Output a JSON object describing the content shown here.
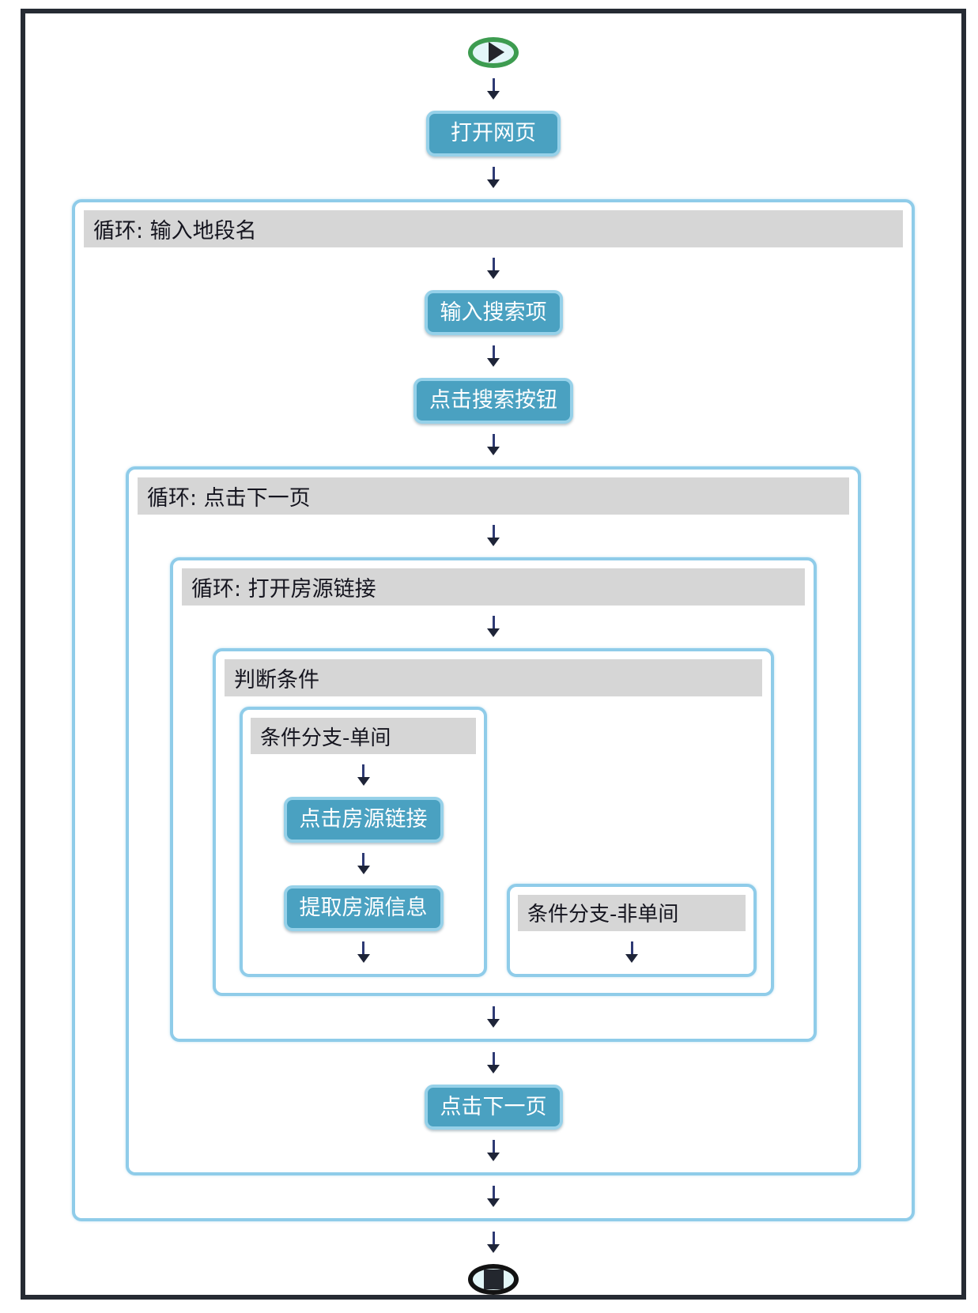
{
  "colors": {
    "frame_border": "#262b33",
    "button_fill": "#4aa1c1",
    "button_border": "#96d1e9",
    "container_border": "#8fcce9",
    "header_bg": "#d6d6d6",
    "start_ring_green": "#3d9c50",
    "end_ring_black": "#121212",
    "icon_fill": "#e3f6f8",
    "arrow_color": "#2e3a74"
  },
  "flow": {
    "start": {
      "icon": "play-icon"
    },
    "open_webpage": {
      "label": "打开网页"
    },
    "loop_district": {
      "title": "循环: 输入地段名"
    },
    "enter_search": {
      "label": "输入搜索项"
    },
    "click_search": {
      "label": "点击搜索按钮"
    },
    "loop_nextpage": {
      "title": "循环: 点击下一页"
    },
    "loop_listing": {
      "title": "循环: 打开房源链接"
    },
    "condition": {
      "title": "判断条件"
    },
    "branch_single": {
      "title": "条件分支-单间"
    },
    "click_listing": {
      "label": "点击房源链接"
    },
    "extract_listing": {
      "label": "提取房源信息"
    },
    "branch_not_single": {
      "title": "条件分支-非单间"
    },
    "click_nextpage": {
      "label": "点击下一页"
    },
    "end": {
      "icon": "stop-icon"
    }
  }
}
